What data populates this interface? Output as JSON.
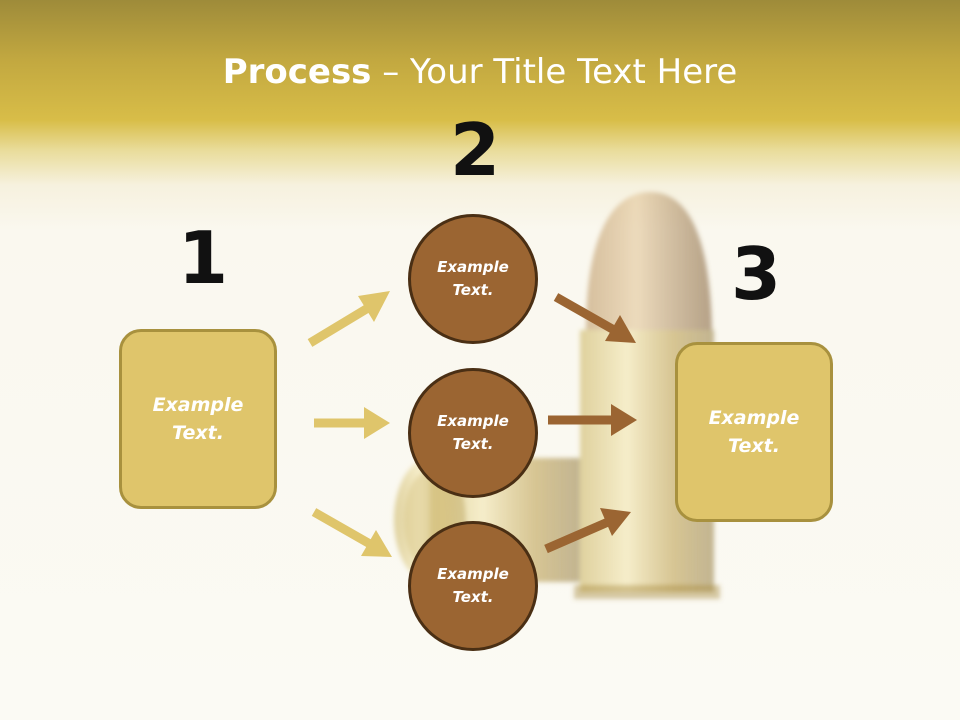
{
  "title": {
    "bold": "Process",
    "rest": " – Your Title Text Here"
  },
  "steps": {
    "one": "1",
    "two": "2",
    "three": "3"
  },
  "boxes": {
    "left": "Example Text.",
    "right": "Example Text."
  },
  "circles": {
    "top": "Example Text.",
    "middle": "Example Text.",
    "bottom": "Example Text."
  },
  "colors": {
    "header_gold": "#d8bd48",
    "box_fill": "#dfc56b",
    "circle_fill": "#9b6532",
    "left_arrow": "#dfc56b",
    "right_arrow": "#9b6532"
  }
}
